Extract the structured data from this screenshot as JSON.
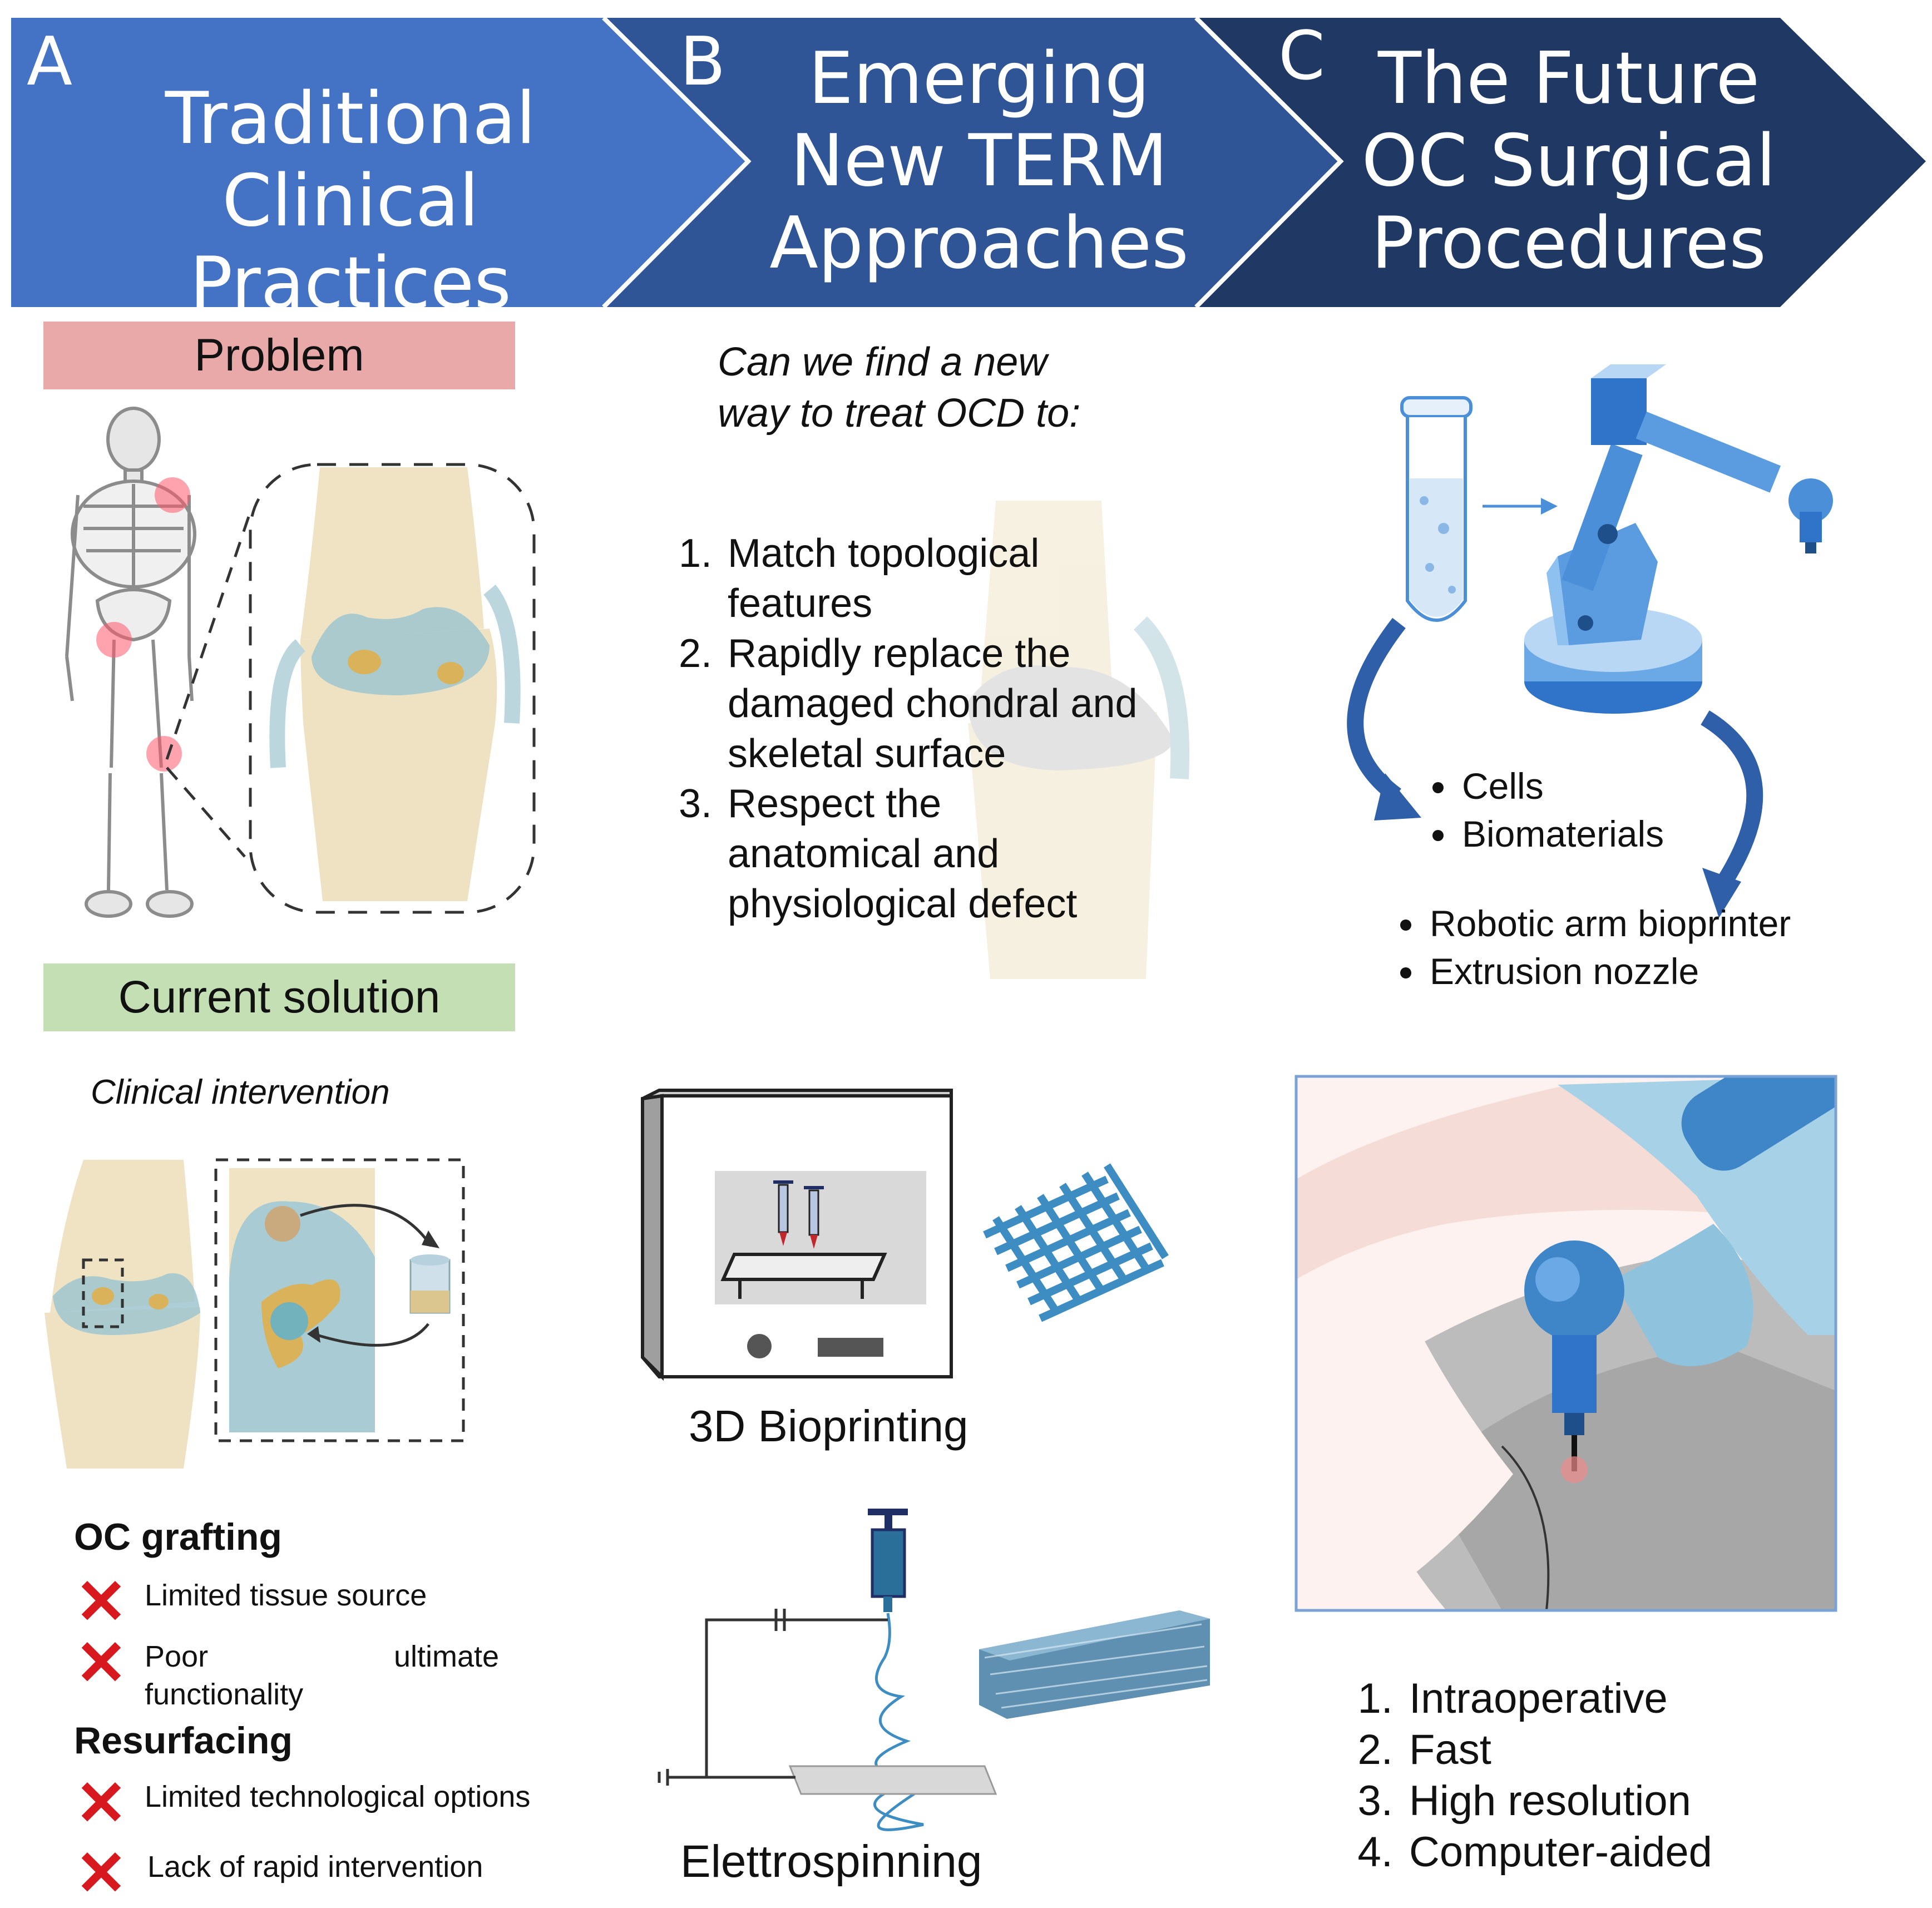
{
  "banner": [
    {
      "letter": "A",
      "title": "Traditional Clinical\nPractices"
    },
    {
      "letter": "B",
      "title": "Emerging\nNew TERM\nApproaches"
    },
    {
      "letter": "C",
      "title": "The Future\nOC Surgical\nProcedures"
    }
  ],
  "colors": {
    "a_fill": "#4472c4",
    "b_fill": "#2f5597",
    "c_fill": "#203864",
    "problem_bg": "#eaa9a9",
    "solution_bg": "#c5dfb4",
    "x_red": "#d7191f",
    "robot_blue": "#4b8fd8"
  },
  "panel_a": {
    "problem_label": "Problem",
    "solution_label": "Current solution",
    "intervention_label": "Clinical intervention",
    "oc_grafting": {
      "heading": "OC grafting",
      "items": [
        "Limited tissue source",
        "Poor",
        "ultimate",
        "functionality"
      ]
    },
    "resurfacing": {
      "heading": "Resurfacing",
      "items": [
        "Limited technological options",
        "Lack of rapid intervention"
      ]
    }
  },
  "panel_b": {
    "question_line1": "Can we find a new",
    "question_line2": "way to treat OCD to:",
    "goals": [
      "Match topological features",
      "Rapidly replace the damaged chondral and skeletal surface",
      "Respect the anatomical and physiological defect"
    ],
    "method1": "3D Bioprinting",
    "method2": "Elettrospinning"
  },
  "panel_c": {
    "materials": [
      "Cells",
      "Biomaterials"
    ],
    "hardware": [
      "Robotic arm bioprinter",
      "Extrusion nozzle"
    ],
    "features": [
      "Intraoperative",
      "Fast",
      "High resolution",
      "Computer-aided"
    ]
  }
}
